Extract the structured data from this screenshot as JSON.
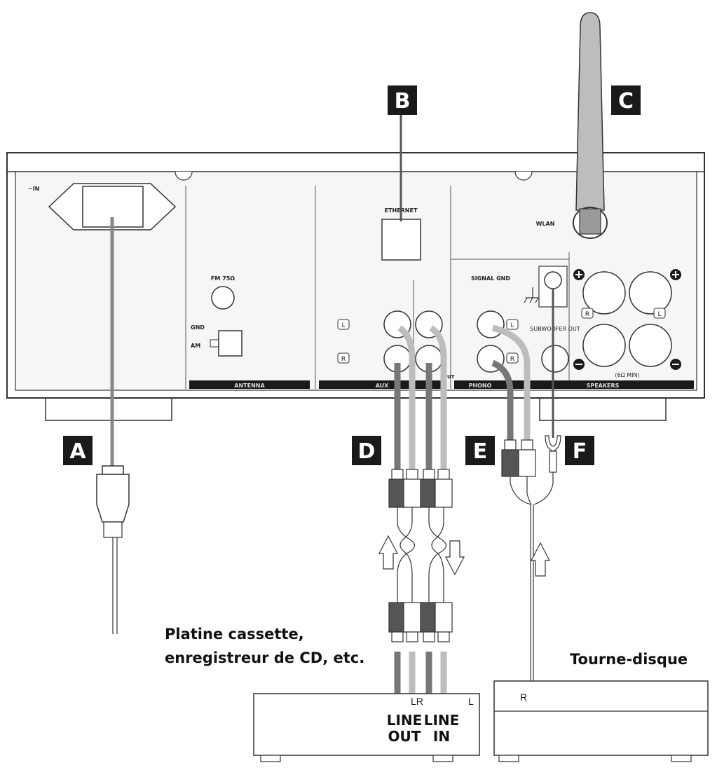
{
  "panel": {
    "ac_in": "~IN",
    "ethernet": "ETHERNET",
    "wlan": "WLAN",
    "fm": "FM 75Ω",
    "gnd": "GND",
    "am": "AM",
    "signal_gnd": "SIGNAL GND",
    "subwoofer_out": "SUBWOOFER OUT",
    "impedance": "(6Ω MIN)",
    "jack_l": "L",
    "jack_r": "R",
    "section_antenna": "ANTENNA",
    "section_aux": "AUX",
    "section_phono": "PHONO",
    "section_speakers": "SPEAKERS",
    "section_out": "OUT"
  },
  "callouts": {
    "a": "A",
    "b": "B",
    "c": "C",
    "d": "D",
    "e": "E",
    "f": "F"
  },
  "devices": {
    "cassette_line1": "Platine cassette,",
    "cassette_line2": "enregistreur de CD, etc.",
    "turntable": "Tourne-disque",
    "jack_lr": "LR",
    "jack_l": "L",
    "jack_r": "R",
    "line_out_1": "LINE",
    "line_out_2": "OUT",
    "line_in_1": "LINE",
    "line_in_2": "IN"
  },
  "colors": {
    "badge": "#1a1a1a",
    "cable_dark": "#777777",
    "cable_light": "#bdbdbd",
    "panel_stroke": "#333333"
  }
}
